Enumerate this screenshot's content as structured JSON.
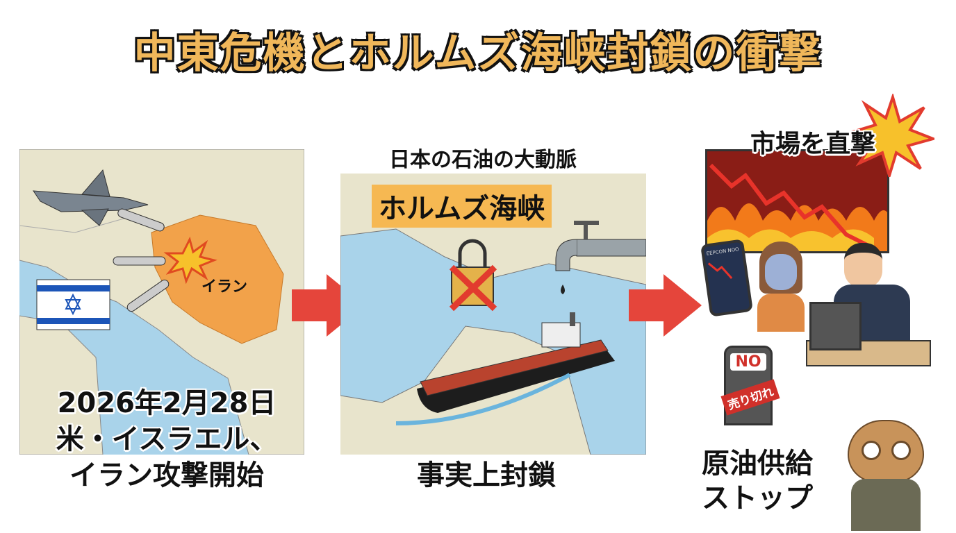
{
  "title": "中東危機とホルムズ海峡封鎖の衝撃",
  "panel1": {
    "country_label": "イラン",
    "date": "2026年2月28日",
    "line2": "米・イスラエル、",
    "line3": "イラン攻撃開始"
  },
  "panel2": {
    "header": "日本の石油の大動脈",
    "strait_label": "ホルムズ海峡",
    "caption": "事実上封鎖"
  },
  "panel3": {
    "headline": "市場を直撃",
    "phone_text": "EEPCON NOO",
    "pump_sign": "NO",
    "sold_out_tag": "売り切れ",
    "caption_line1": "原油供給",
    "caption_line2": "ストップ"
  },
  "colors": {
    "arrow": "#e5453b",
    "title_fill": "#f0b75a",
    "iran": "#f2a24a",
    "sea": "#a9d3ea",
    "land": "#e8e4cc"
  }
}
